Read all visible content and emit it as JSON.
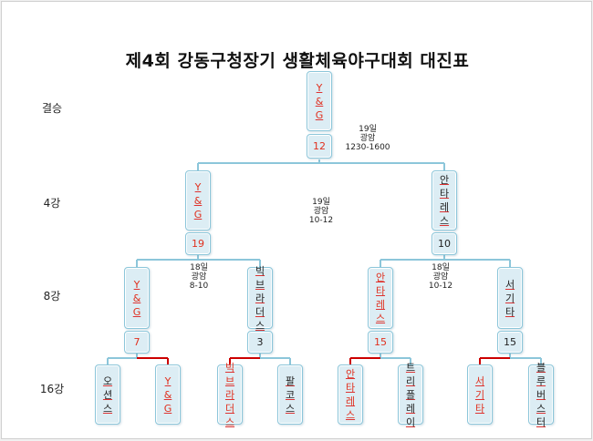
{
  "title": "제4회 강동구청장기 생활체육야구대회 대진표",
  "rounds": {
    "final": "결승",
    "semi": "4강",
    "quarter": "8강",
    "r16": "16강"
  },
  "final": {
    "team": "Y&G",
    "score": "12",
    "date": "19일",
    "venue": "광암",
    "time": "1230-1600"
  },
  "semifinals": [
    {
      "team": "Y&G",
      "score": "19"
    },
    {
      "team": "안타레스",
      "score": "10"
    }
  ],
  "semi_note": {
    "date": "19일",
    "venue": "광암",
    "time": "10-12"
  },
  "quarterfinals": [
    {
      "team": "Y&G",
      "score": "7"
    },
    {
      "team": "빅브라더스",
      "score": "3"
    },
    {
      "team": "안타레스",
      "score": "15"
    },
    {
      "team": "서기타",
      "score": "15"
    }
  ],
  "quarter_notes": [
    {
      "date": "18일",
      "venue": "광암",
      "time": "8-10"
    },
    {
      "date": "18일",
      "venue": "광암",
      "time": "10-12"
    }
  ],
  "round16": [
    {
      "team": "오션스"
    },
    {
      "team": "Y&G"
    },
    {
      "team": "빅브라더스"
    },
    {
      "team": "팔코스"
    },
    {
      "team": "안타레스"
    },
    {
      "team": "트리플레이"
    },
    {
      "team": "서기타"
    },
    {
      "team": "블루버스터"
    }
  ],
  "colors": {
    "line": "#8cc6da",
    "winner_line": "#cc0000",
    "winner_text": "#e0301e",
    "box_fill": "#dcedf4"
  }
}
